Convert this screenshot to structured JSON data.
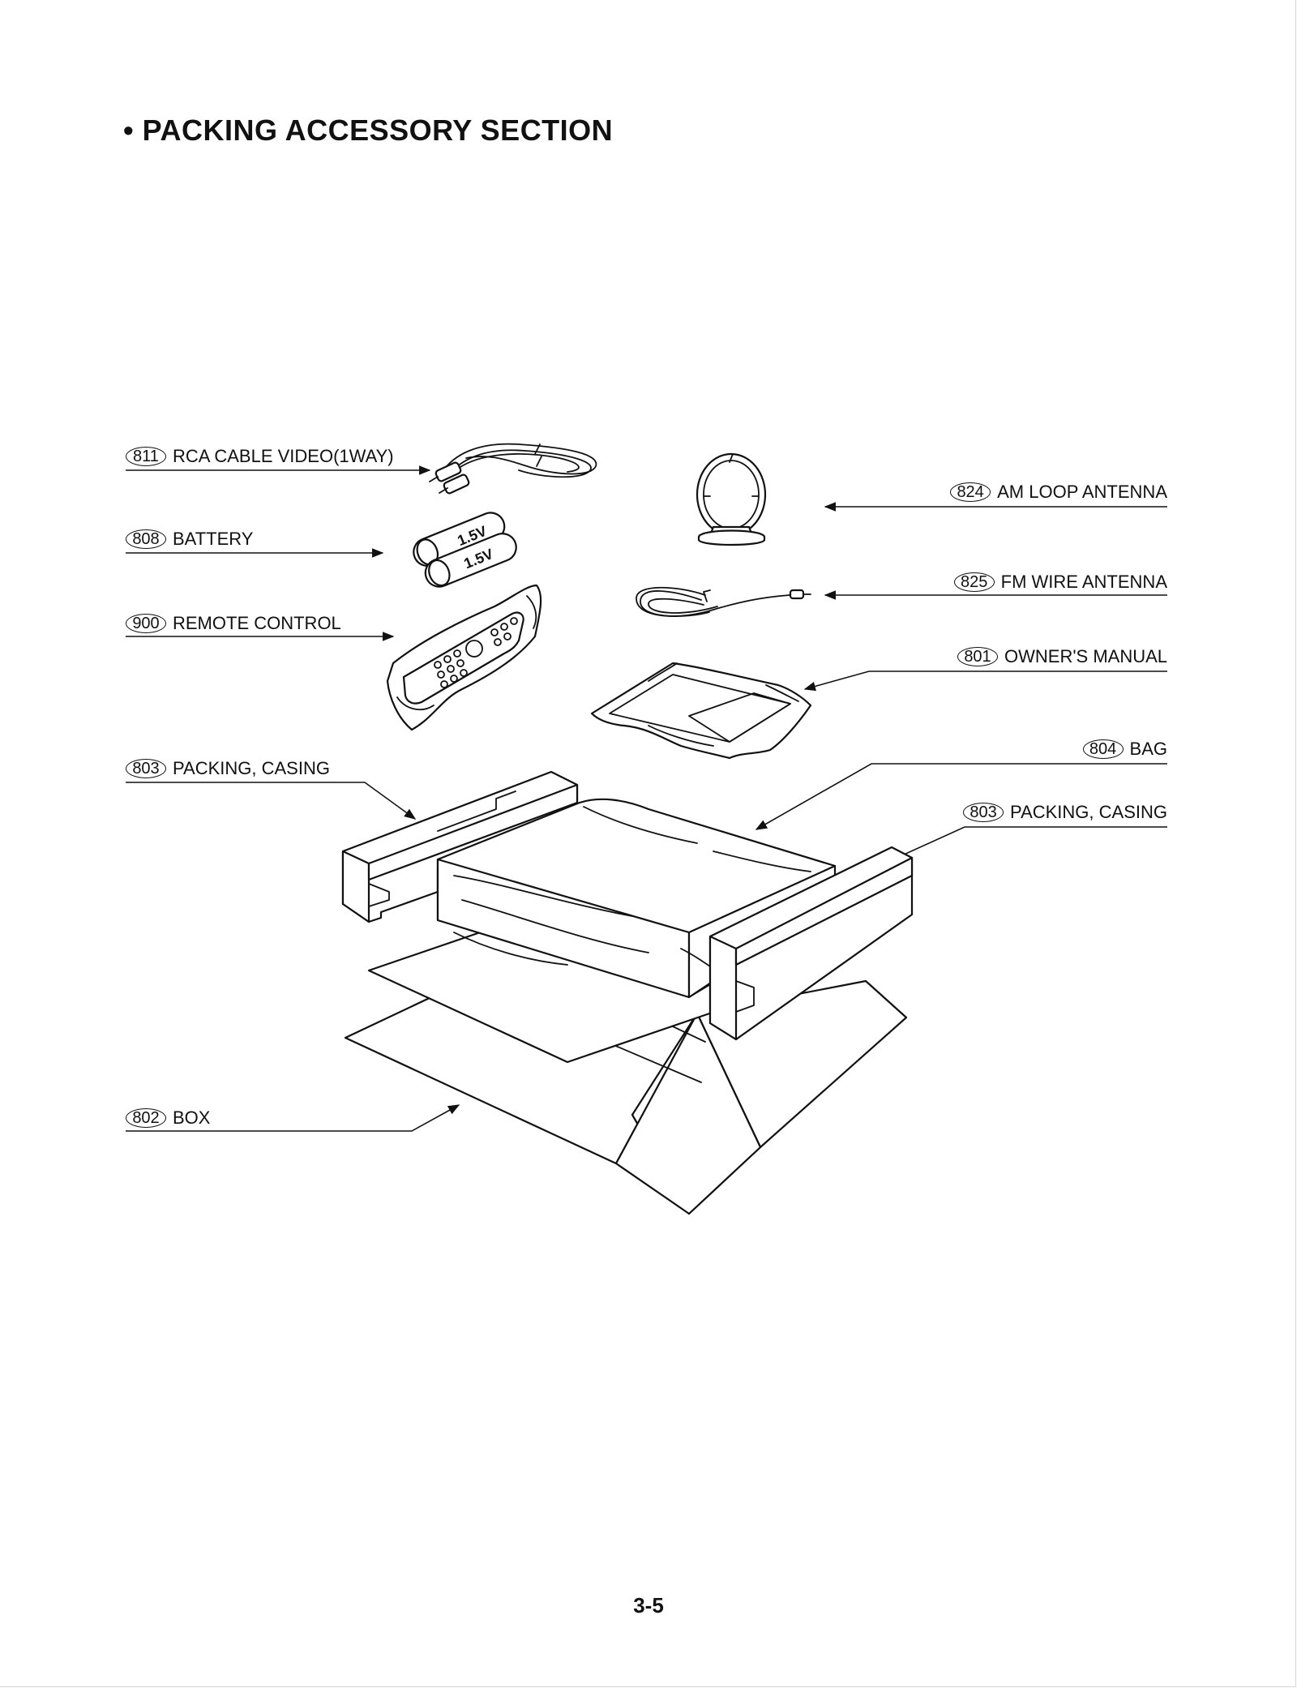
{
  "page": {
    "title": "• PACKING ACCESSORY SECTION",
    "page_number": "3-5"
  },
  "callouts": [
    {
      "id": "rca-cable",
      "number": "811",
      "label": "RCA CABLE VIDEO(1WAY)"
    },
    {
      "id": "battery",
      "number": "808",
      "label": "BATTERY"
    },
    {
      "id": "remote-control",
      "number": "900",
      "label": "REMOTE CONTROL"
    },
    {
      "id": "packing-casing-left",
      "number": "803",
      "label": "PACKING, CASING"
    },
    {
      "id": "box",
      "number": "802",
      "label": "BOX"
    },
    {
      "id": "am-loop-antenna",
      "number": "824",
      "label": "AM LOOP ANTENNA"
    },
    {
      "id": "fm-wire-antenna",
      "number": "825",
      "label": "FM WIRE ANTENNA"
    },
    {
      "id": "owners-manual",
      "number": "801",
      "label": "OWNER'S MANUAL"
    },
    {
      "id": "bag",
      "number": "804",
      "label": "BAG"
    },
    {
      "id": "packing-casing-right",
      "number": "803",
      "label": "PACKING, CASING"
    }
  ],
  "battery_marking": "1.5V",
  "colors": {
    "ink": "#111111",
    "paper": "#ffffff"
  }
}
